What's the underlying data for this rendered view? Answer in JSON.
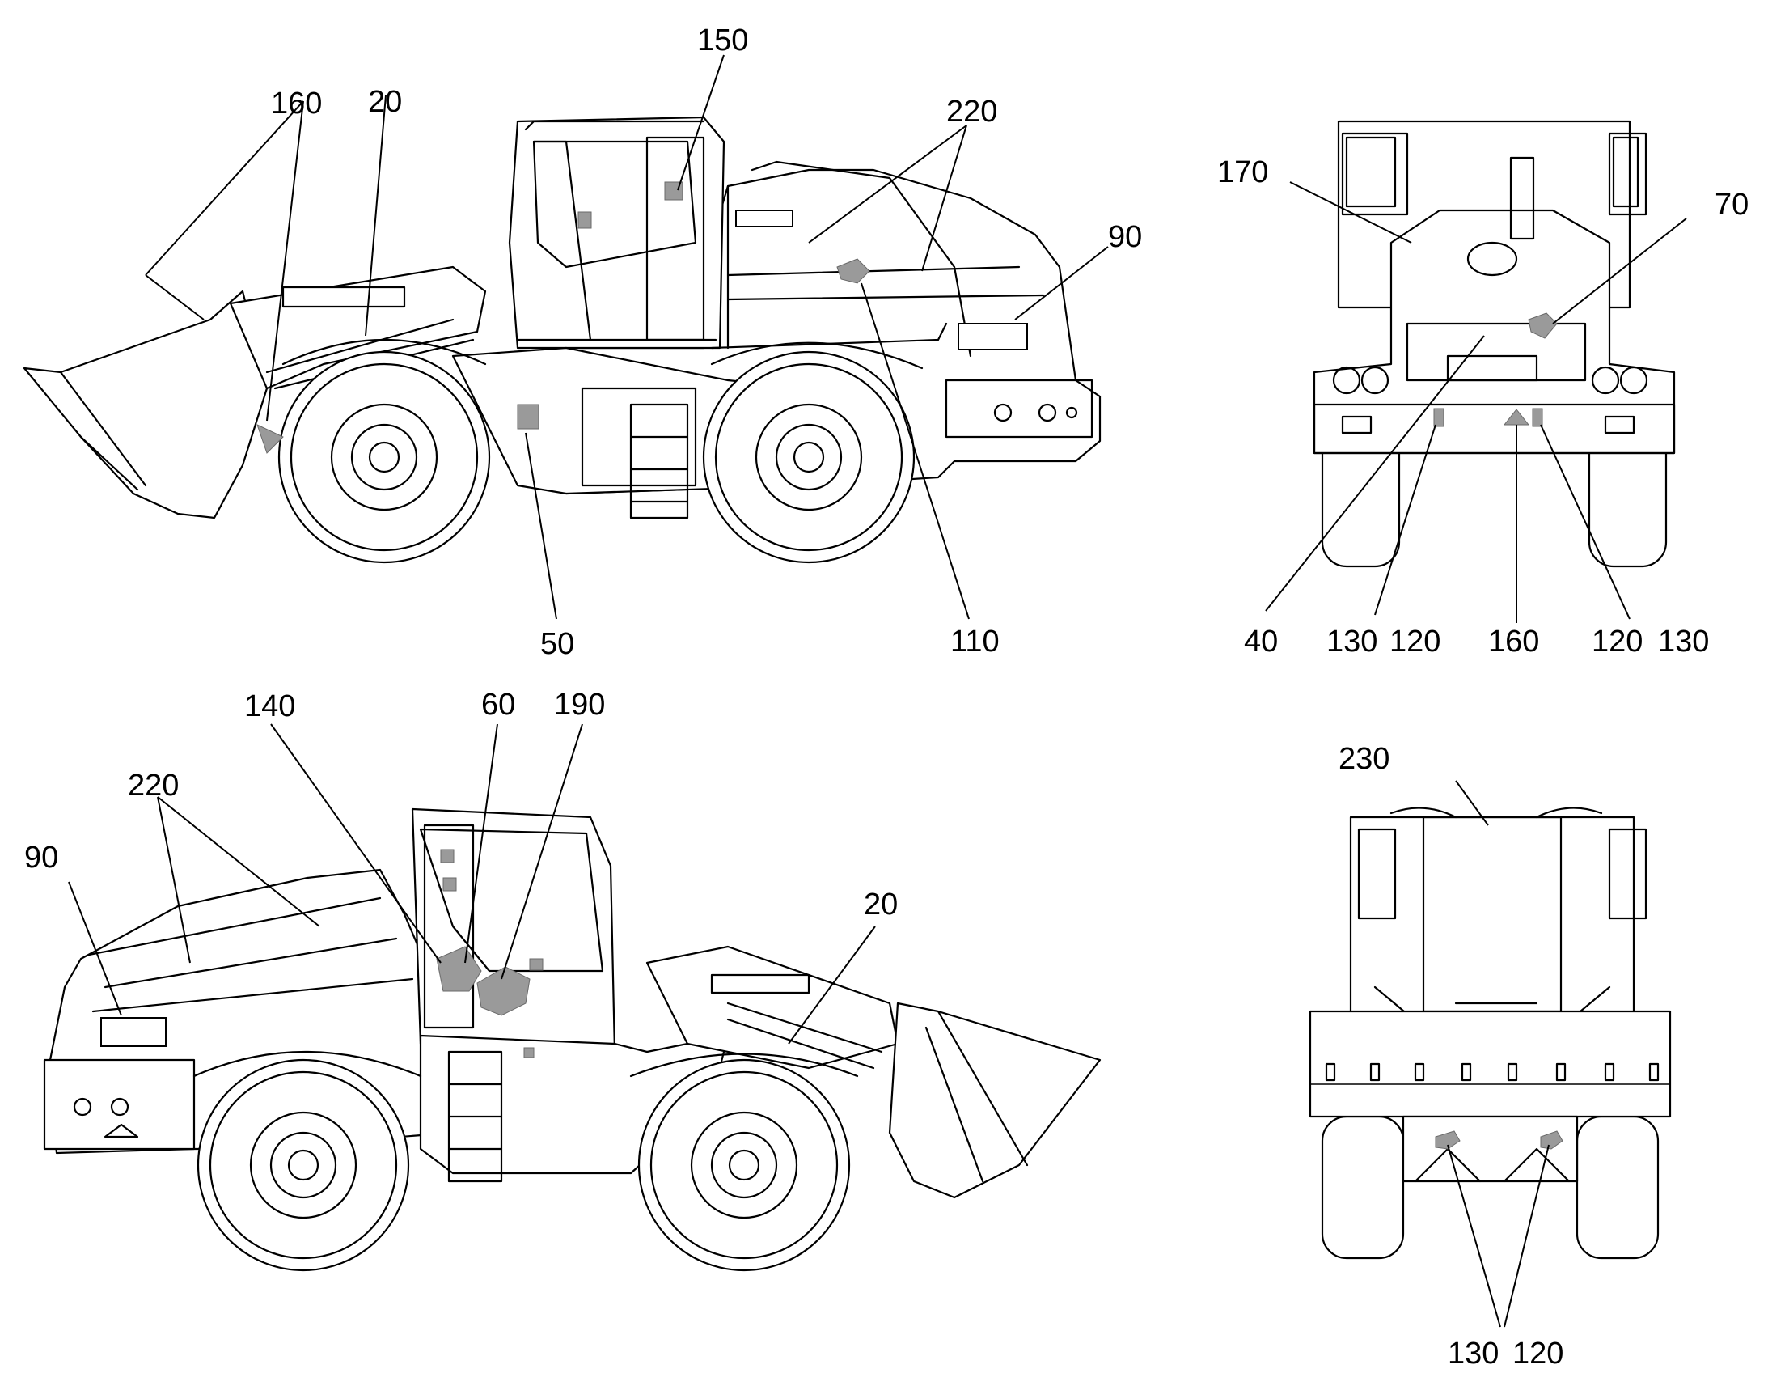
{
  "views": {
    "left_side": {
      "callouts": [
        {
          "id": "lbl-160",
          "text": "160"
        },
        {
          "id": "lbl-20",
          "text": "20"
        },
        {
          "id": "lbl-150",
          "text": "150"
        },
        {
          "id": "lbl-220",
          "text": "220"
        },
        {
          "id": "lbl-90",
          "text": "90"
        },
        {
          "id": "lbl-50",
          "text": "50"
        },
        {
          "id": "lbl-110",
          "text": "110"
        }
      ]
    },
    "rear": {
      "callouts": [
        {
          "id": "lbl-170",
          "text": "170"
        },
        {
          "id": "lbl-70",
          "text": "70"
        },
        {
          "id": "lbl-40",
          "text": "40"
        },
        {
          "id": "lbl-130a",
          "text": "130"
        },
        {
          "id": "lbl-120a",
          "text": "120"
        },
        {
          "id": "lbl-160b",
          "text": "160"
        },
        {
          "id": "lbl-120b",
          "text": "120"
        },
        {
          "id": "lbl-130b",
          "text": "130"
        }
      ]
    },
    "right_side": {
      "callouts": [
        {
          "id": "lbl-140",
          "text": "140"
        },
        {
          "id": "lbl-60",
          "text": "60"
        },
        {
          "id": "lbl-190",
          "text": "190"
        },
        {
          "id": "lbl-220b",
          "text": "220"
        },
        {
          "id": "lbl-90b",
          "text": "90"
        },
        {
          "id": "lbl-20b",
          "text": "20"
        }
      ]
    },
    "front": {
      "callouts": [
        {
          "id": "lbl-230",
          "text": "230"
        },
        {
          "id": "lbl-130c",
          "text": "130"
        },
        {
          "id": "lbl-120c",
          "text": "120"
        }
      ]
    }
  },
  "colors": {
    "line": "#000000",
    "decal": "#9a9a9a",
    "background": "#ffffff"
  }
}
